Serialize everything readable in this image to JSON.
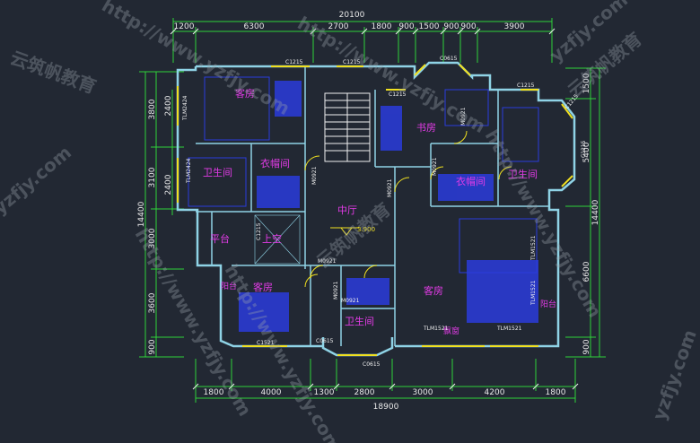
{
  "dims": {
    "top_total": "20100",
    "top_segments": [
      "1200",
      "6300",
      "2700",
      "1800",
      "900",
      "1500",
      "900",
      "900",
      "3900"
    ],
    "bottom_total": "18900",
    "bottom_segments": [
      "1800",
      "4000",
      "1300",
      "2800",
      "3000",
      "4200",
      "1800"
    ],
    "left_total": "14400",
    "left_segments": [
      "3800",
      "3100",
      "3000",
      "3600",
      "900"
    ],
    "left_inner": [
      "2400",
      "2400"
    ],
    "right_total": "14400",
    "right_segments": [
      "1500",
      "5400",
      "6600",
      "900"
    ]
  },
  "rooms": {
    "guest_nw": "客房",
    "bath_w": "卫生间",
    "closet_w": "衣帽间",
    "terrace": "平台",
    "void": "上空",
    "hall": "中厅",
    "hall_level": "3.900",
    "guest_sw": "客房",
    "balcony_sw": "阳台",
    "bath_s": "卫生间",
    "bay_s": "飘窗",
    "guest_se": "客房",
    "balcony_e": "阳台",
    "bath_e": "卫生间",
    "closet_e": "衣帽间",
    "study": "书房"
  },
  "tags": {
    "c1215_a": "C1215",
    "c1215_b": "C1215",
    "c0615_a": "C0615",
    "c1215_c": "C1215",
    "c1215_d": "C1215",
    "c1215_e": "C1215",
    "c1215_f": "C1215",
    "m0921_a": "M0921",
    "m0921_b": "M0921",
    "m0921_c": "M0921",
    "m0921_d": "M0921",
    "m0921_e": "M0921",
    "m0921_f": "M0921",
    "m0921_g": "M0921",
    "tlm2424": "TLM2424",
    "tlm1521_a": "TLM1521",
    "tlm1521_b": "TLM1521",
    "tlm1521_c": "TLM1521",
    "tlm1521_d": "TLM1521",
    "c1521": "C1521",
    "c0615_b": "C0615",
    "c0615_c": "C0615",
    "c1215_w": "C1215",
    "c2424": "TLM2424"
  },
  "watermarks": {
    "url": "http://www.yzfjy.com",
    "brand": "云筑帆教育",
    "short": "yzfjy.com"
  },
  "colors": {
    "background": "#222833",
    "wall": "#8fd3e6",
    "dim_line": "#2fd23a",
    "room_label": "#e23be6",
    "furniture": "#2a3bdc",
    "window": "#f0e020"
  }
}
